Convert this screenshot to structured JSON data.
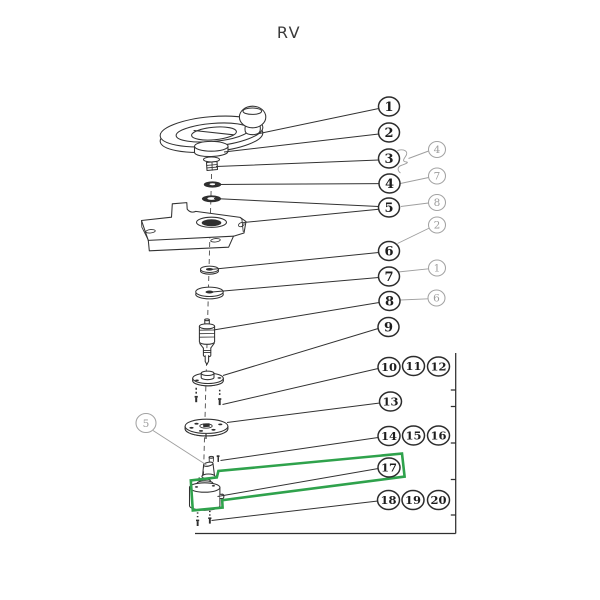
{
  "title": "RV",
  "colors": {
    "line": "#323232",
    "muted": "#9f9f9f",
    "highlight": "#2fa24c"
  },
  "highlight": {
    "item": "17"
  },
  "balloons": {
    "main": [
      "1",
      "2",
      "3",
      "4",
      "5",
      "6",
      "7",
      "8",
      "9"
    ],
    "row_10_12": [
      "10",
      "11",
      "12"
    ],
    "row_13": [
      "13"
    ],
    "row_14_16": [
      "14",
      "15",
      "16"
    ],
    "row_17": [
      "17"
    ],
    "row_18_20": [
      "18",
      "19",
      "20"
    ],
    "alt_right": [
      "4",
      "7",
      "8",
      "2",
      "1",
      "6"
    ],
    "alt_left": [
      "5"
    ]
  }
}
